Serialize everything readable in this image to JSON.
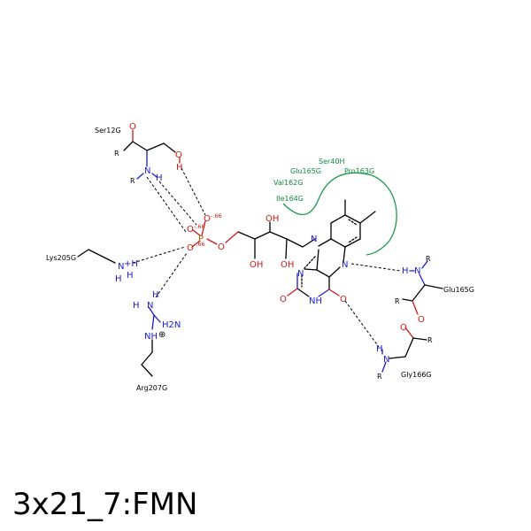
{
  "title": "3x21_7:FMN",
  "ligand": {
    "atoms": {
      "o_ring_left": "O",
      "o_ring_right": "O",
      "n_ring_top": "N",
      "n_ring_mid": "N",
      "n_ring_right": "N",
      "nh_ring": "NH",
      "oh_1": "OH",
      "oh_2": "OH",
      "oh_3": "OH",
      "o_ester": "O",
      "p": "P",
      "o_p1": "O",
      "o_p2": "O",
      "o_p3": "O",
      "charge": "-.66"
    }
  },
  "residues": {
    "ser12": {
      "name": "Ser12G",
      "R1": "R",
      "R2": "R",
      "O": "O",
      "N": "N",
      "H1": "H",
      "OH_O": "O",
      "OH_H": "H"
    },
    "lys205": {
      "name": "Lys205G",
      "N": "N",
      "Hplus": "+H",
      "H": "H",
      "H2": "H"
    },
    "arg207": {
      "name": "Arg207G",
      "H1": "H",
      "N1": "N",
      "H2": "H",
      "NH2": "H2N",
      "NH": "NH",
      "charge": "⊕"
    },
    "glu165": {
      "name": "Glu165G",
      "H": "H",
      "N": "N",
      "R1": "R",
      "R2": "R",
      "O": "O"
    },
    "gly166": {
      "name": "Gly166G",
      "O": "O",
      "R1": "R",
      "H": "H",
      "N": "N",
      "R2": "R"
    }
  },
  "hydrophobic_contacts": [
    "Ser40H",
    "Glu165G",
    "Pro163G",
    "Val162G",
    "Ile164G"
  ]
}
